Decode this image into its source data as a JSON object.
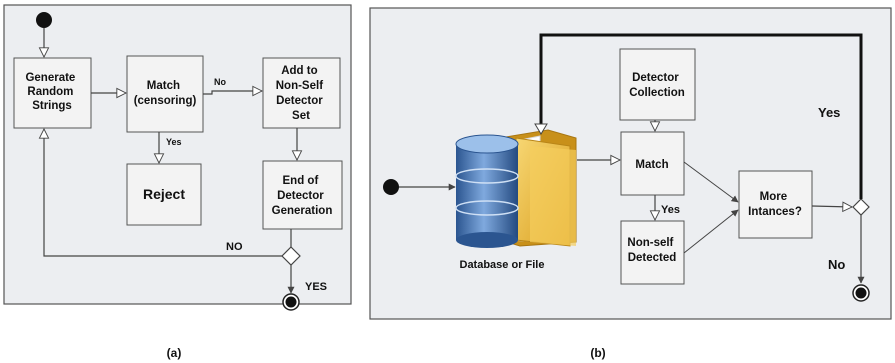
{
  "panel_a": {
    "caption": "(a)",
    "nodes": {
      "generate": [
        "Generate",
        "Random",
        "Strings"
      ],
      "match": [
        "Match",
        "(censoring)"
      ],
      "add": [
        "Add to",
        "Non-Self",
        "Detector",
        "Set"
      ],
      "reject": [
        "Reject"
      ],
      "end": [
        "End of",
        "Detector",
        "Generation"
      ]
    },
    "edge_labels": {
      "no": "No",
      "yes": "Yes",
      "NO": "NO",
      "YES": "YES"
    }
  },
  "panel_b": {
    "caption": "(b)",
    "nodes": {
      "collection": [
        "Detector",
        "Collection"
      ],
      "match": [
        "Match"
      ],
      "nonself": [
        "Non-self",
        "Detected"
      ],
      "more": [
        "More",
        "Intances?"
      ],
      "database": "Database or File"
    },
    "edge_labels": {
      "yes_top": "Yes",
      "yes_mid": "Yes",
      "no": "No"
    }
  },
  "colors": {
    "panel_bg": "#eceef1",
    "box_fill": "#f3f3f3",
    "line": "#444444",
    "db_blue": "#3c6fae",
    "folder_yellow": "#f2c447"
  },
  "icons": [
    "start-node",
    "end-node",
    "decision-diamond",
    "database-icon",
    "folder-icon"
  ]
}
